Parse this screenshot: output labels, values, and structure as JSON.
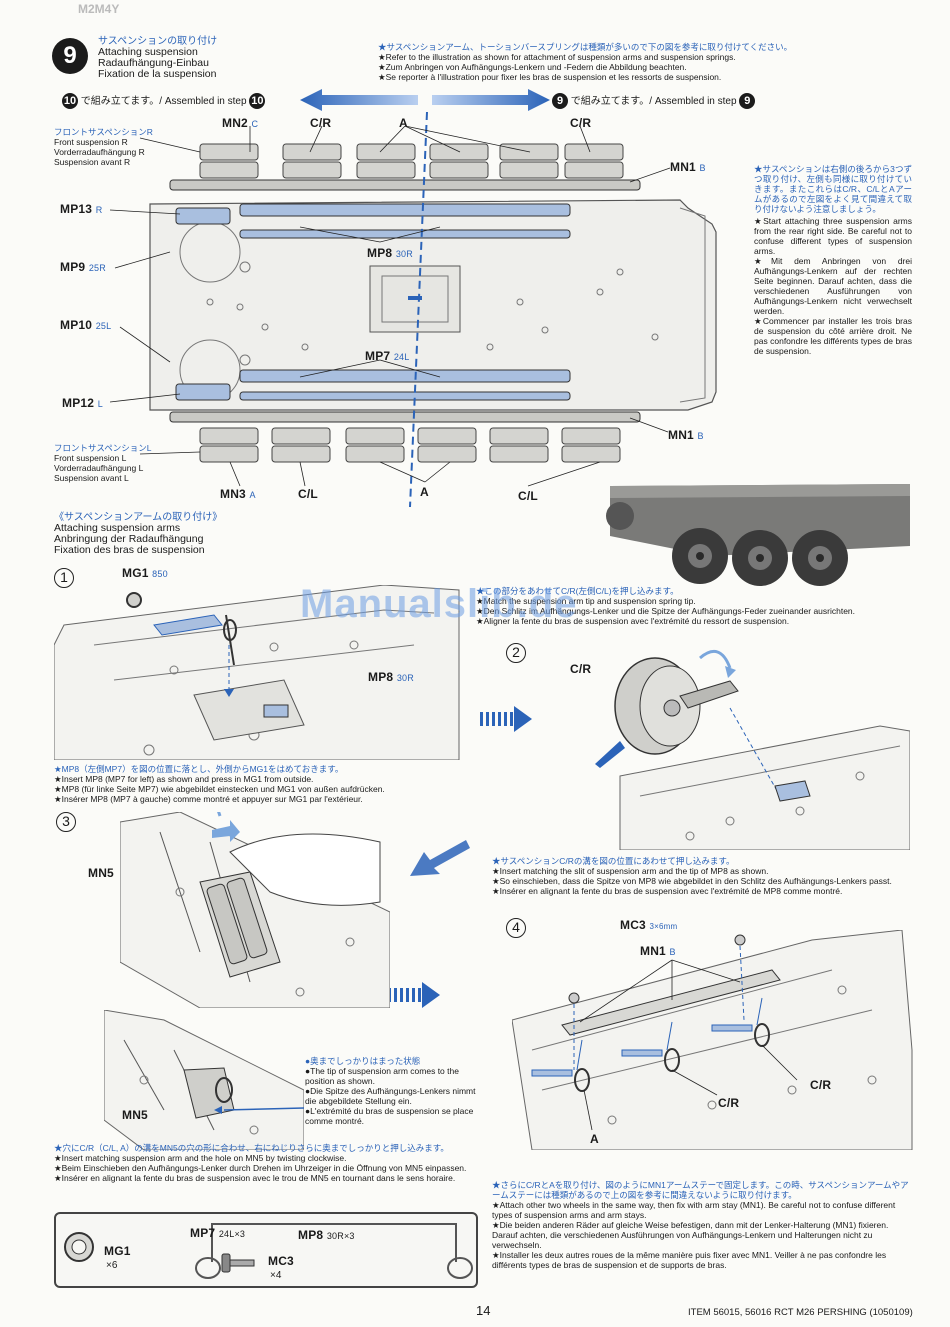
{
  "header": {
    "corner_label": "M2M4Y"
  },
  "step": {
    "number": "9",
    "title_jp": "サスペンションの取り付け",
    "title_en": "Attaching suspension",
    "title_de": "Radaufhängung-Einbau",
    "title_fr": "Fixation de la suspension"
  },
  "intro_notes": [
    "★サスペンションアーム、トーションバースプリングは種類が多いので下の図を参考に取り付けてください。",
    "★Refer to the illustration as shown for attachment of suspension arms and suspension springs.",
    "★Zum Anbringen von Aufhängungs-Lenkern und -Federn die Abbildung beachten.",
    "★Se reporter à l'illustration pour fixer les bras de suspension et les ressorts de suspension."
  ],
  "assembly_nav": {
    "left_num": "10",
    "left_text": "で組み立てます。/ Assembled in step",
    "left_num2": "10",
    "right_num": "9",
    "right_text": "で組み立てます。/ Assembled in step",
    "right_num2": "9"
  },
  "front_suspension_r": [
    "フロントサスペンションR",
    "Front suspension R",
    "Vorderradaufhängung R",
    "Suspension avant R"
  ],
  "front_suspension_l": [
    "フロントサスペンションL",
    "Front suspension L",
    "Vorderradaufhängung L",
    "Suspension avant L"
  ],
  "diagram_labels": {
    "mn2": "MN2",
    "mn2_sub": "C",
    "cr_top": "C/R",
    "a_top": "A",
    "cr_top2": "C/R",
    "mn1_top": "MN1",
    "mn1_top_sub": "B",
    "mp13": "MP13",
    "mp13_sub": "R",
    "mp9": "MP9",
    "mp9_sub": "25R",
    "mp8": "MP8",
    "mp8_sub": "30R",
    "mp10": "MP10",
    "mp10_sub": "25L",
    "mp7": "MP7",
    "mp7_sub": "24L",
    "mp12": "MP12",
    "mp12_sub": "L",
    "mn1_bot": "MN1",
    "mn1_bot_sub": "B",
    "mn3": "MN3",
    "mn3_sub": "A",
    "cl_bot": "C/L",
    "a_bot": "A",
    "cl_bot2": "C/L"
  },
  "side_note": [
    "★サスペンションは右側の後ろから3つずつ取り付け、左側も同様に取り付けていきます。またこれらはC/R、C/LとAアームがあるので左図をよく見て間違えて取り付けないよう注意しましょう。",
    "★Start attaching three suspension arms from the rear right side. Be careful not to confuse different types of suspension arms.",
    "★Mit dem Anbringen von drei Aufhängungs-Lenkern auf der rechten Seite beginnen. Darauf achten, dass die verschiedenen Ausführungen von Aufhängungs-Lenkern nicht verwechselt werden.",
    "★Commencer par installer les trois bras de suspension du côté arrière droit. Ne pas confondre les différents types de bras de suspension."
  ],
  "subsection": {
    "title_jp": "《サスペンションアームの取り付け》",
    "title_en": "Attaching suspension arms",
    "title_de": "Anbringung der Radaufhängung",
    "title_fr": "Fixation des bras de suspension"
  },
  "sub1": {
    "num": "1",
    "mg1": "MG1",
    "mg1_sub": "850",
    "mp8": "MP8",
    "mp8_sub": "30R"
  },
  "sub1_notes": [
    "★MP8（左側MP7）を図の位置に落とし、外側からMG1をはめておきます。",
    "★Insert MP8 (MP7 for left) as shown and press in MG1 from outside.",
    "★MP8 (für linke Seite MP7) wie abgebildet einstecken und MG1 von außen aufdrücken.",
    "★Insérer MP8 (MP7 à gauche) comme montré et appuyer sur MG1 par l'extérieur."
  ],
  "sub2": {
    "num": "2",
    "cr": "C/R"
  },
  "sub2_notes": [
    "★この部分をあわせてC/R(左側C/L)を押し込みます。",
    "★Match the suspension arm tip and suspension spring tip.",
    "★Den Schlitz im Aufhängungs-Lenker und die Spitze der Aufhängungs-Feder zueinander ausrichten.",
    "★Aligner la fente du bras de suspension avec l'extrémité du ressort de suspension."
  ],
  "sub3": {
    "num": "3",
    "mn5": "MN5",
    "mn5_b": "MN5"
  },
  "sub3_inset_notes": [
    "●奥までしっかりはまった状態",
    "●The tip of suspension arm comes to the position as shown.",
    "●Die Spitze des Aufhängungs-Lenkers nimmt die abgebildete Stellung ein.",
    "●L'extrémité du bras de suspension se place comme montré."
  ],
  "sub3_notes": [
    "★穴にC/R（C/L, A）の溝をMN5の穴の形に合わせ、右にねじりさらに奥までしっかりと押し込みます。",
    "★Insert matching suspension arm and the hole on MN5 by twisting clockwise.",
    "★Beim Einschieben den Aufhängungs-Lenker durch Drehen im Uhrzeiger in die Öffnung von MN5 einpassen.",
    "★Insérer en alignant la fente du bras de suspension avec le trou de MN5 en tournant dans le sens horaire."
  ],
  "mid_notes": [
    "★サスペンションC/Rの溝を図の位置にあわせて押し込みます。",
    "★Insert matching the slit of suspension arm and the tip of MP8 as shown.",
    "★So einschieben, dass die Spitze von MP8 wie abgebildet in den Schlitz des Aufhängungs-Lenkers passt.",
    "★Insérer en alignant la fente du bras de suspension avec l'extrémité de MP8 comme montré."
  ],
  "sub4": {
    "num": "4",
    "mc3": "MC3",
    "mc3_sub": "3×6mm",
    "mn1": "MN1",
    "mn1_sub": "B",
    "cr1": "C/R",
    "cr2": "C/R",
    "a": "A"
  },
  "sub4_notes": [
    "★さらにC/RとAを取り付け、図のようにMN1アームステーで固定します。この時、サスペンションアームやアームステーには種類があるので上の図を参考に間違えないように取り付けます。",
    "★Attach other two wheels in the same way, then fix with arm stay (MN1). Be careful not to confuse different types of suspension arms and arm stays.",
    "★Die beiden anderen Räder auf gleiche Weise befestigen, dann mit der Lenker-Halterung (MN1) fixieren. Darauf achten, die verschiedenen Ausführungen von Aufhängungs-Lenkern und Halterungen nicht zu verwechseln.",
    "★Installer les deux autres roues de la même manière puis fixer avec MN1. Veiller à ne pas confondre les différents types de bras de suspension et de supports de bras."
  ],
  "parts": {
    "mg1": "MG1",
    "mg1_qty": "×6",
    "mp7": "MP7",
    "mp7_qty": "24L×3",
    "mp8": "MP8",
    "mp8_qty": "30R×3",
    "mc3": "MC3",
    "mc3_qty": "×4"
  },
  "watermark": "Manualslib.de",
  "footer": {
    "page": "14",
    "item": "ITEM 56015, 56016  RCT M26 PERSHING (1050109)"
  }
}
